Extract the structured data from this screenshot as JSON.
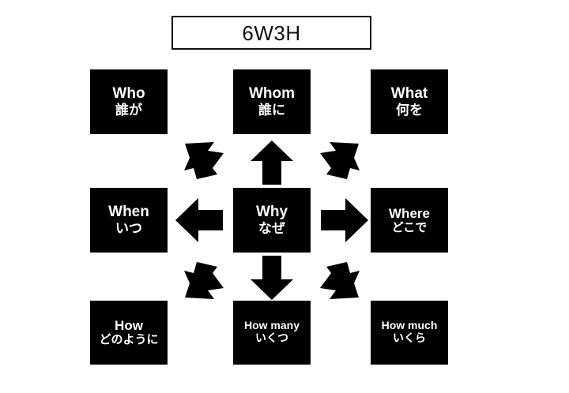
{
  "diagram": {
    "title": "6W3H",
    "center": {
      "id": "why",
      "en": "Why",
      "jp": "なぜ"
    },
    "cells": [
      {
        "id": "who",
        "en": "Who",
        "jp": "誰が",
        "col": "left",
        "row": "top"
      },
      {
        "id": "whom",
        "en": "Whom",
        "jp": "誰に",
        "col": "center",
        "row": "top"
      },
      {
        "id": "what",
        "en": "What",
        "jp": "何を",
        "col": "right",
        "row": "top"
      },
      {
        "id": "when",
        "en": "When",
        "jp": "いつ",
        "col": "left",
        "row": "middle"
      },
      {
        "id": "why",
        "en": "Why",
        "jp": "なぜ",
        "col": "center",
        "row": "middle"
      },
      {
        "id": "where",
        "en": "Where",
        "jp": "どこで",
        "col": "right",
        "row": "middle"
      },
      {
        "id": "how",
        "en": "How",
        "jp": "どのように",
        "col": "left",
        "row": "bottom"
      },
      {
        "id": "how-many",
        "en": "How many",
        "jp": "いくつ",
        "col": "center",
        "row": "bottom"
      },
      {
        "id": "how-much",
        "en": "How much",
        "jp": "いくら",
        "col": "right",
        "row": "bottom"
      }
    ],
    "arrows": [
      {
        "id": "arrow-up",
        "direction": "up",
        "from": "why",
        "to": "whom"
      },
      {
        "id": "arrow-down",
        "direction": "down",
        "from": "why",
        "to": "how-many"
      },
      {
        "id": "arrow-left",
        "direction": "left",
        "from": "why",
        "to": "when"
      },
      {
        "id": "arrow-right",
        "direction": "right",
        "from": "why",
        "to": "where"
      },
      {
        "id": "arrow-up-left",
        "direction": "up-left",
        "from": "why",
        "to": "who"
      },
      {
        "id": "arrow-up-right",
        "direction": "up-right",
        "from": "why",
        "to": "what"
      },
      {
        "id": "arrow-down-left",
        "direction": "down-left",
        "from": "why",
        "to": "how"
      },
      {
        "id": "arrow-down-right",
        "direction": "down-right",
        "from": "why",
        "to": "how-much"
      }
    ],
    "colors": {
      "cell_background": "#000000",
      "cell_text": "#ffffff",
      "page_background": "#ffffff",
      "title_border": "#111111",
      "title_text": "#111111",
      "arrow_fill": "#000000"
    }
  }
}
